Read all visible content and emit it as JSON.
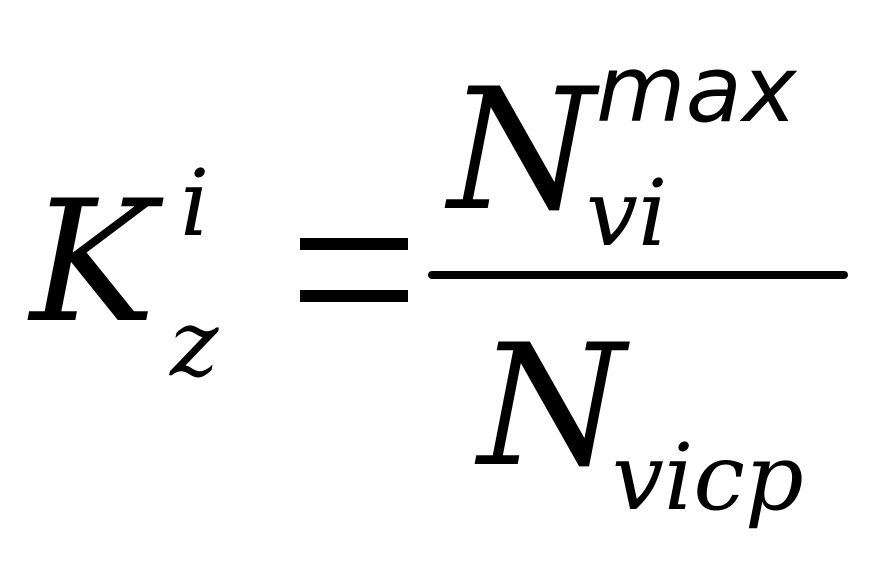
{
  "formula": {
    "lhs": {
      "symbol": "K",
      "superscript": "i",
      "subscript": "z"
    },
    "operator": "=",
    "numerator": {
      "symbol": "N",
      "superscript": "max",
      "subscript": "vi"
    },
    "denominator": {
      "symbol": "N",
      "subscript": "vicp"
    }
  }
}
